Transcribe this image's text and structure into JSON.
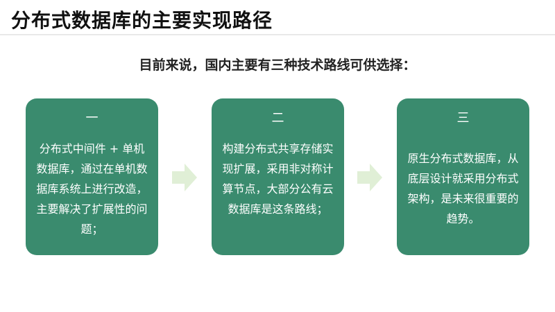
{
  "slide": {
    "title": "分布式数据库的主要实现路径",
    "subtitle": "目前来说，国内主要有三种技术路线可供选择：",
    "cards": [
      {
        "number": "一",
        "text": "分布式中间件 + 单机数据库，通过在单机数据库系统上进行改造，主要解决了扩展性的问题；"
      },
      {
        "number": "二",
        "text": "构建分布式共享存储实现扩展，采用非对称计算节点，大部分公有云数据库是这条路线；"
      },
      {
        "number": "三",
        "text": "原生分布式数据库，从底层设计就采用分布式架构，是未来很重要的趋势。"
      }
    ]
  },
  "colors": {
    "card_bg": "#3a8b6e",
    "arrow": "#e0efd6",
    "title": "#111111"
  },
  "icons": [
    "arrow-right-icon"
  ]
}
